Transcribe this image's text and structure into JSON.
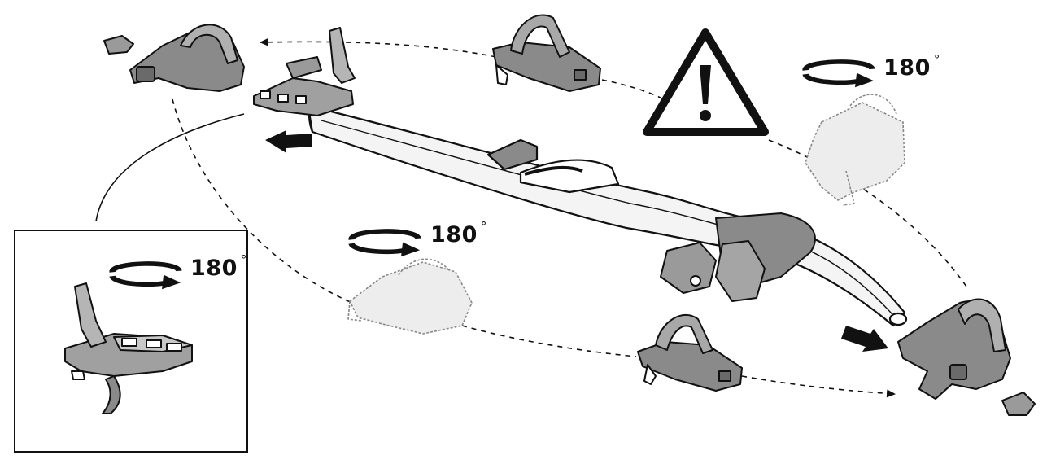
{
  "labels": {
    "rotation_top_right": "180",
    "rotation_middle": "180",
    "rotation_inset": "180",
    "degree_symbol": "°"
  },
  "icons": {
    "warning": "warning-triangle-icon",
    "rotate": "rotate-arrow-icon",
    "direction": "direction-arrow-icon"
  },
  "colors": {
    "ink": "#111111",
    "part_fill": "#8a8a8a",
    "ghost_part": "#bdbdbd",
    "background": "#ffffff"
  }
}
